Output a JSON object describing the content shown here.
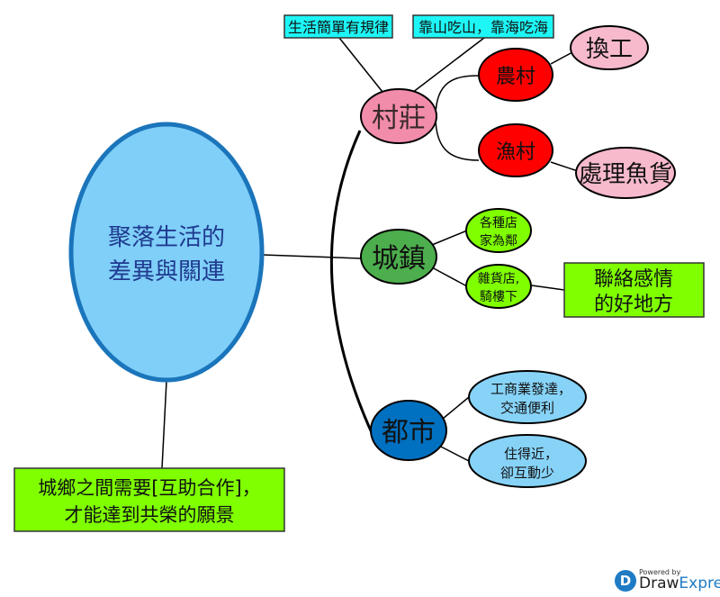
{
  "central": {
    "line1": "聚落生活的",
    "line2": "差異與關連"
  },
  "village": {
    "label": "村莊",
    "notes": [
      "生活簡單有規律",
      "靠山吃山，靠海吃海"
    ],
    "farm": {
      "label": "農村",
      "detail": "換工"
    },
    "fishing": {
      "label": "漁村",
      "detail": "處理魚貨"
    }
  },
  "town": {
    "label": "城鎮",
    "items": [
      {
        "line1": "各種店",
        "line2": "家為鄰"
      },
      {
        "line1": "雜貨店,",
        "line2": "騎樓下"
      }
    ],
    "note": {
      "line1": "聯絡感情",
      "line2": "的好地方"
    }
  },
  "city": {
    "label": "都市",
    "items": [
      {
        "line1": "工商業發達，",
        "line2": "交通便利"
      },
      {
        "line1": "住得近，",
        "line2": "卻互動少"
      }
    ]
  },
  "conclusion": {
    "line1": "城鄉之間需要[互助合作]，",
    "line2": "才能達到共榮的願景"
  },
  "branding": {
    "powered": "Powered by",
    "draw": "Draw",
    "express": "Express",
    "mark": "D"
  },
  "colors": {
    "central": "#7fcff8",
    "village": "#f28cab",
    "town": "#4cae4c",
    "city": "#0070c0",
    "lime": "#7fff00",
    "cyan": "#1ef6f6",
    "red": "#ff0000",
    "pink": "#f7b9cc",
    "lightblue": "#87d3f8"
  }
}
